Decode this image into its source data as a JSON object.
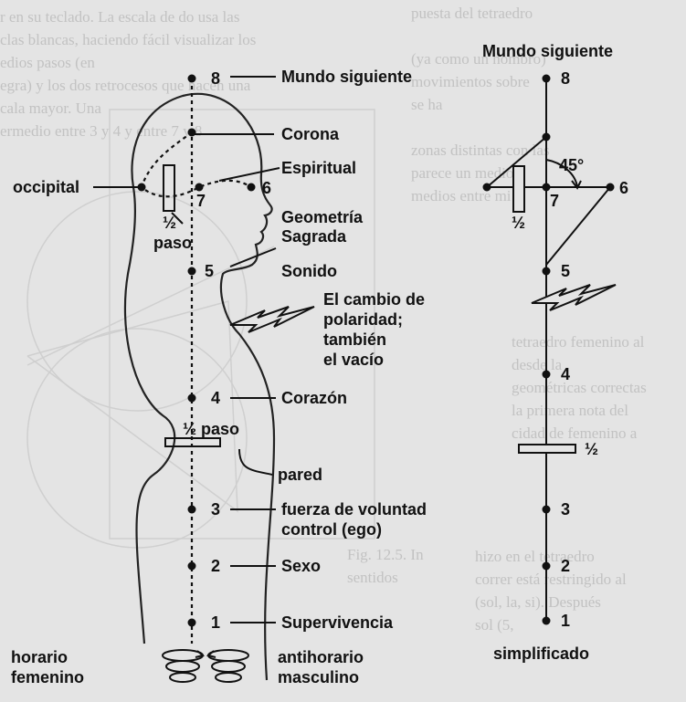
{
  "background_text": {
    "left_top": [
      "r en su teclado. La escala de do usa las",
      "clas blancas, haciendo fácil visualizar los",
      "edios pasos (en ",
      "egra) y los dos retrocesos que hacen una",
      "cala mayor. Una ",
      "ermedio entre 3 y 4 y entre 7 y 8"
    ],
    "right_top": [
      "puesta del tetraedro",
      "",
      "(ya como un hombro)",
      "movimientos sobre",
      "se ha ",
      "",
      "zonas distintas con las",
      "parece un medio",
      "medios entre mi"
    ],
    "right_mid": [
      "tetraedro femenino al",
      "desde la ",
      "geométricas correctas",
      "la primera nota del",
      "cidad de femenino a"
    ],
    "right_low": [
      "hizo en el tetraedro",
      "correr está restringido al",
      "(sol, la, si). Después",
      "sol (5,"
    ],
    "left_low": [
      "Fig. 12.5. In ",
      "sentidos"
    ]
  },
  "left_diagram": {
    "chakras": [
      {
        "number": "8",
        "label": "Mundo siguiente"
      },
      {
        "number": "",
        "label": "Corona"
      },
      {
        "number": "7",
        "label": "Espiritual"
      },
      {
        "number": "6",
        "label": "Geometría"
      },
      {
        "number": "",
        "label": "Sagrada"
      },
      {
        "number": "5",
        "label": "Sonido"
      },
      {
        "number": "4",
        "label": "Corazón"
      },
      {
        "number": "3",
        "label": "fuerza de voluntad"
      },
      {
        "number": "",
        "label": "control (ego)"
      },
      {
        "number": "2",
        "label": "Sexo"
      },
      {
        "number": "1",
        "label": "Supervivencia"
      }
    ],
    "occipital_label": "occipital",
    "half_step_top_label_a": "½",
    "half_step_top_label_b": "paso",
    "half_step_mid_label": "½ paso",
    "wall_label": "pared",
    "polarity_label": [
      "El cambio de",
      "polaridad;",
      "también",
      "el vacío"
    ],
    "bottom_left": [
      "horario",
      "femenino"
    ],
    "bottom_right": [
      "antihorario",
      "masculino"
    ]
  },
  "right_diagram": {
    "title": "Mundo siguiente",
    "numbers": [
      "8",
      "7",
      "6",
      "5",
      "4",
      "3",
      "2",
      "1"
    ],
    "angle_label": "45°",
    "half_top": "½",
    "half_mid": "½",
    "caption": "simplificado"
  },
  "colors": {
    "background": "#e4e4e4",
    "ink": "#111111",
    "ghost_text": "#c2c2c2"
  }
}
